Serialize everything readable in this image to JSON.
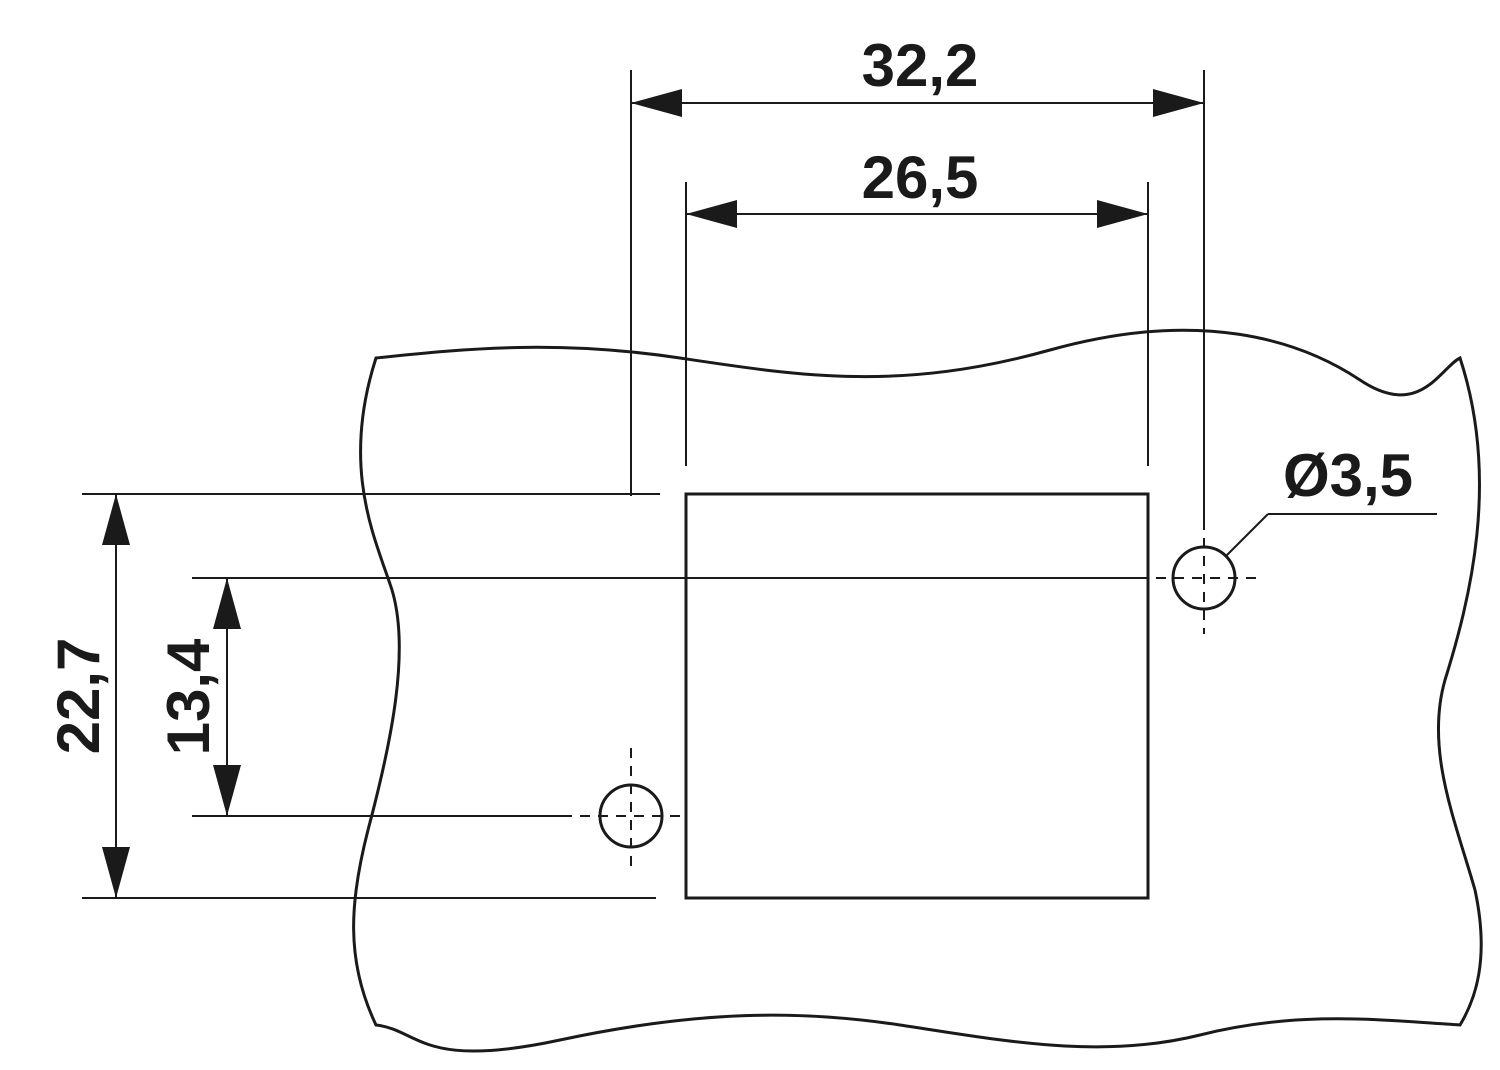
{
  "dimensions": {
    "outer_hole_spacing": "32,2",
    "cutout_width": "26,5",
    "overall_height": "22,7",
    "hole_vertical_offset": "13,4",
    "hole_diameter": "Ø3,5"
  }
}
